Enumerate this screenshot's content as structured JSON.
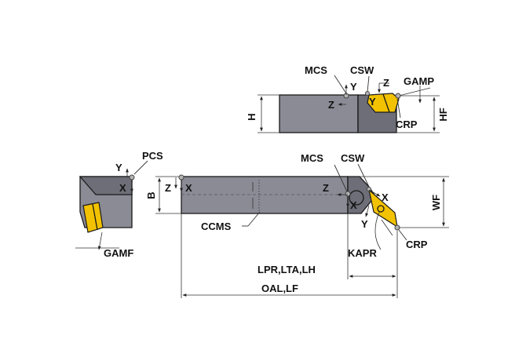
{
  "labels": {
    "mcs_top": "MCS",
    "csw_top": "CSW",
    "gamp": "GAMP",
    "y_top": "Y",
    "z_top": "Z",
    "z_top_body": "Z",
    "y_top_insert": "Y",
    "crp_top": "CRP",
    "h": "H",
    "hf": "HF",
    "pcs": "PCS",
    "y_end": "Y",
    "x_end": "X",
    "b": "B",
    "gamf": "GAMF",
    "z_side": "Z",
    "x_side": "X",
    "mcs_side": "MCS",
    "csw_side": "CSW",
    "z_side_head": "Z",
    "x_side_head": "X",
    "x_side_insert": "X",
    "y_side_insert": "Y",
    "wf": "WF",
    "crp_side": "CRP",
    "kapr": "KAPR",
    "ccms": "CCMS",
    "lpr": "LPR,LTA,LH",
    "oal": "OAL,LF"
  },
  "colors": {
    "body": "#8b8b96",
    "insert": "#f2c200",
    "outline": "#1a1a1a"
  }
}
